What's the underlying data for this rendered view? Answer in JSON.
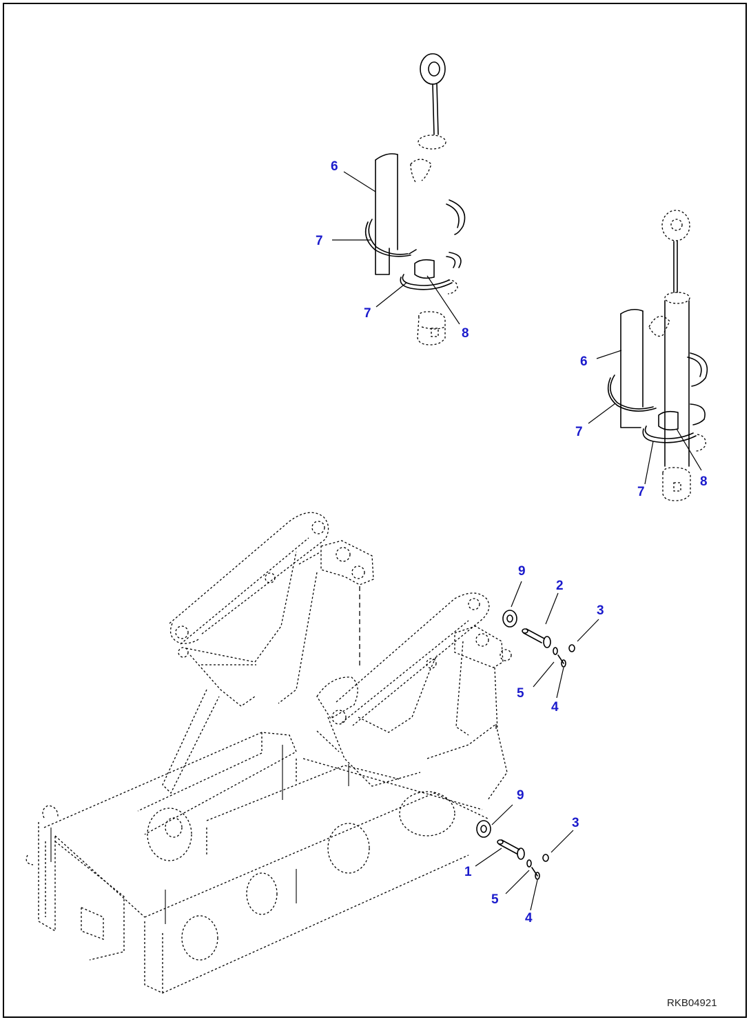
{
  "drawing_code": "RKB04921",
  "callouts": {
    "upper_left": {
      "c6": "6",
      "c7a": "7",
      "c7b": "7",
      "c8": "8"
    },
    "upper_right": {
      "c6": "6",
      "c7a": "7",
      "c7b": "7",
      "c8": "8"
    },
    "frame_top": {
      "c9": "9",
      "c2": "2",
      "c3": "3",
      "c5": "5",
      "c4": "4"
    },
    "frame_bottom": {
      "c9": "9",
      "c3": "3",
      "c1": "1",
      "c5": "5",
      "c4": "4"
    }
  },
  "colors": {
    "callout": "#1a1acc",
    "line": "#000000"
  }
}
